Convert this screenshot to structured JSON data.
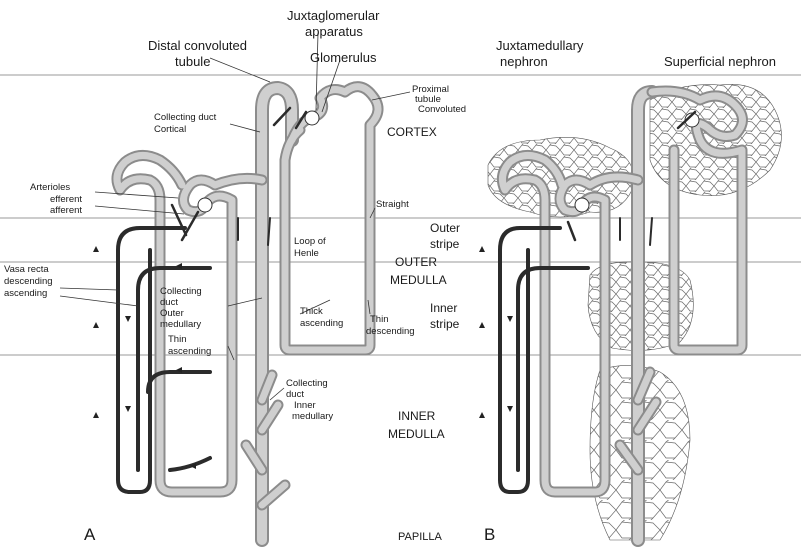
{
  "labels": {
    "dct": [
      "Distal convoluted",
      "tubule"
    ],
    "jga": [
      "Juxtaglomerular",
      "apparatus"
    ],
    "glomerulus": "Glomerulus",
    "proximal": [
      "Proximal",
      "tubule",
      "Convoluted"
    ],
    "collecting_cortical": [
      "Collecting duct",
      "Cortical"
    ],
    "cortex": "CORTEX",
    "arterioles": [
      "Arterioles",
      "efferent",
      "afferent"
    ],
    "straight": "Straight",
    "loop_henle": [
      "Loop of",
      "Henle"
    ],
    "vasa_recta": [
      "Vasa recta",
      "descending",
      "ascending"
    ],
    "collecting_outer": [
      "Collecting",
      "duct",
      "Outer",
      "medullary"
    ],
    "thick_ascending": [
      "Thick",
      "ascending"
    ],
    "thin_descending": [
      "Thin",
      "descending"
    ],
    "thin_ascending": [
      "Thin",
      "ascending"
    ],
    "collecting_inner": [
      "Collecting",
      "duct",
      "Inner",
      "medullary"
    ],
    "outer_stripe": [
      "Outer",
      "stripe"
    ],
    "outer_medulla": [
      "OUTER",
      "MEDULLA"
    ],
    "inner_stripe": [
      "Inner",
      "stripe"
    ],
    "inner_medulla": [
      "INNER",
      "MEDULLA"
    ],
    "papilla": "PAPILLA",
    "juxtamedullary": [
      "Juxtamedullary",
      "nephron"
    ],
    "superficial": "Superficial nephron",
    "panel_a": "A",
    "panel_b": "B"
  },
  "colors": {
    "tubule_outline": "#8c8c8c",
    "tubule_fill": "#cfcfcf",
    "vasa_recta": "#2b2b2b",
    "zone_line": "#9a9a9a"
  }
}
